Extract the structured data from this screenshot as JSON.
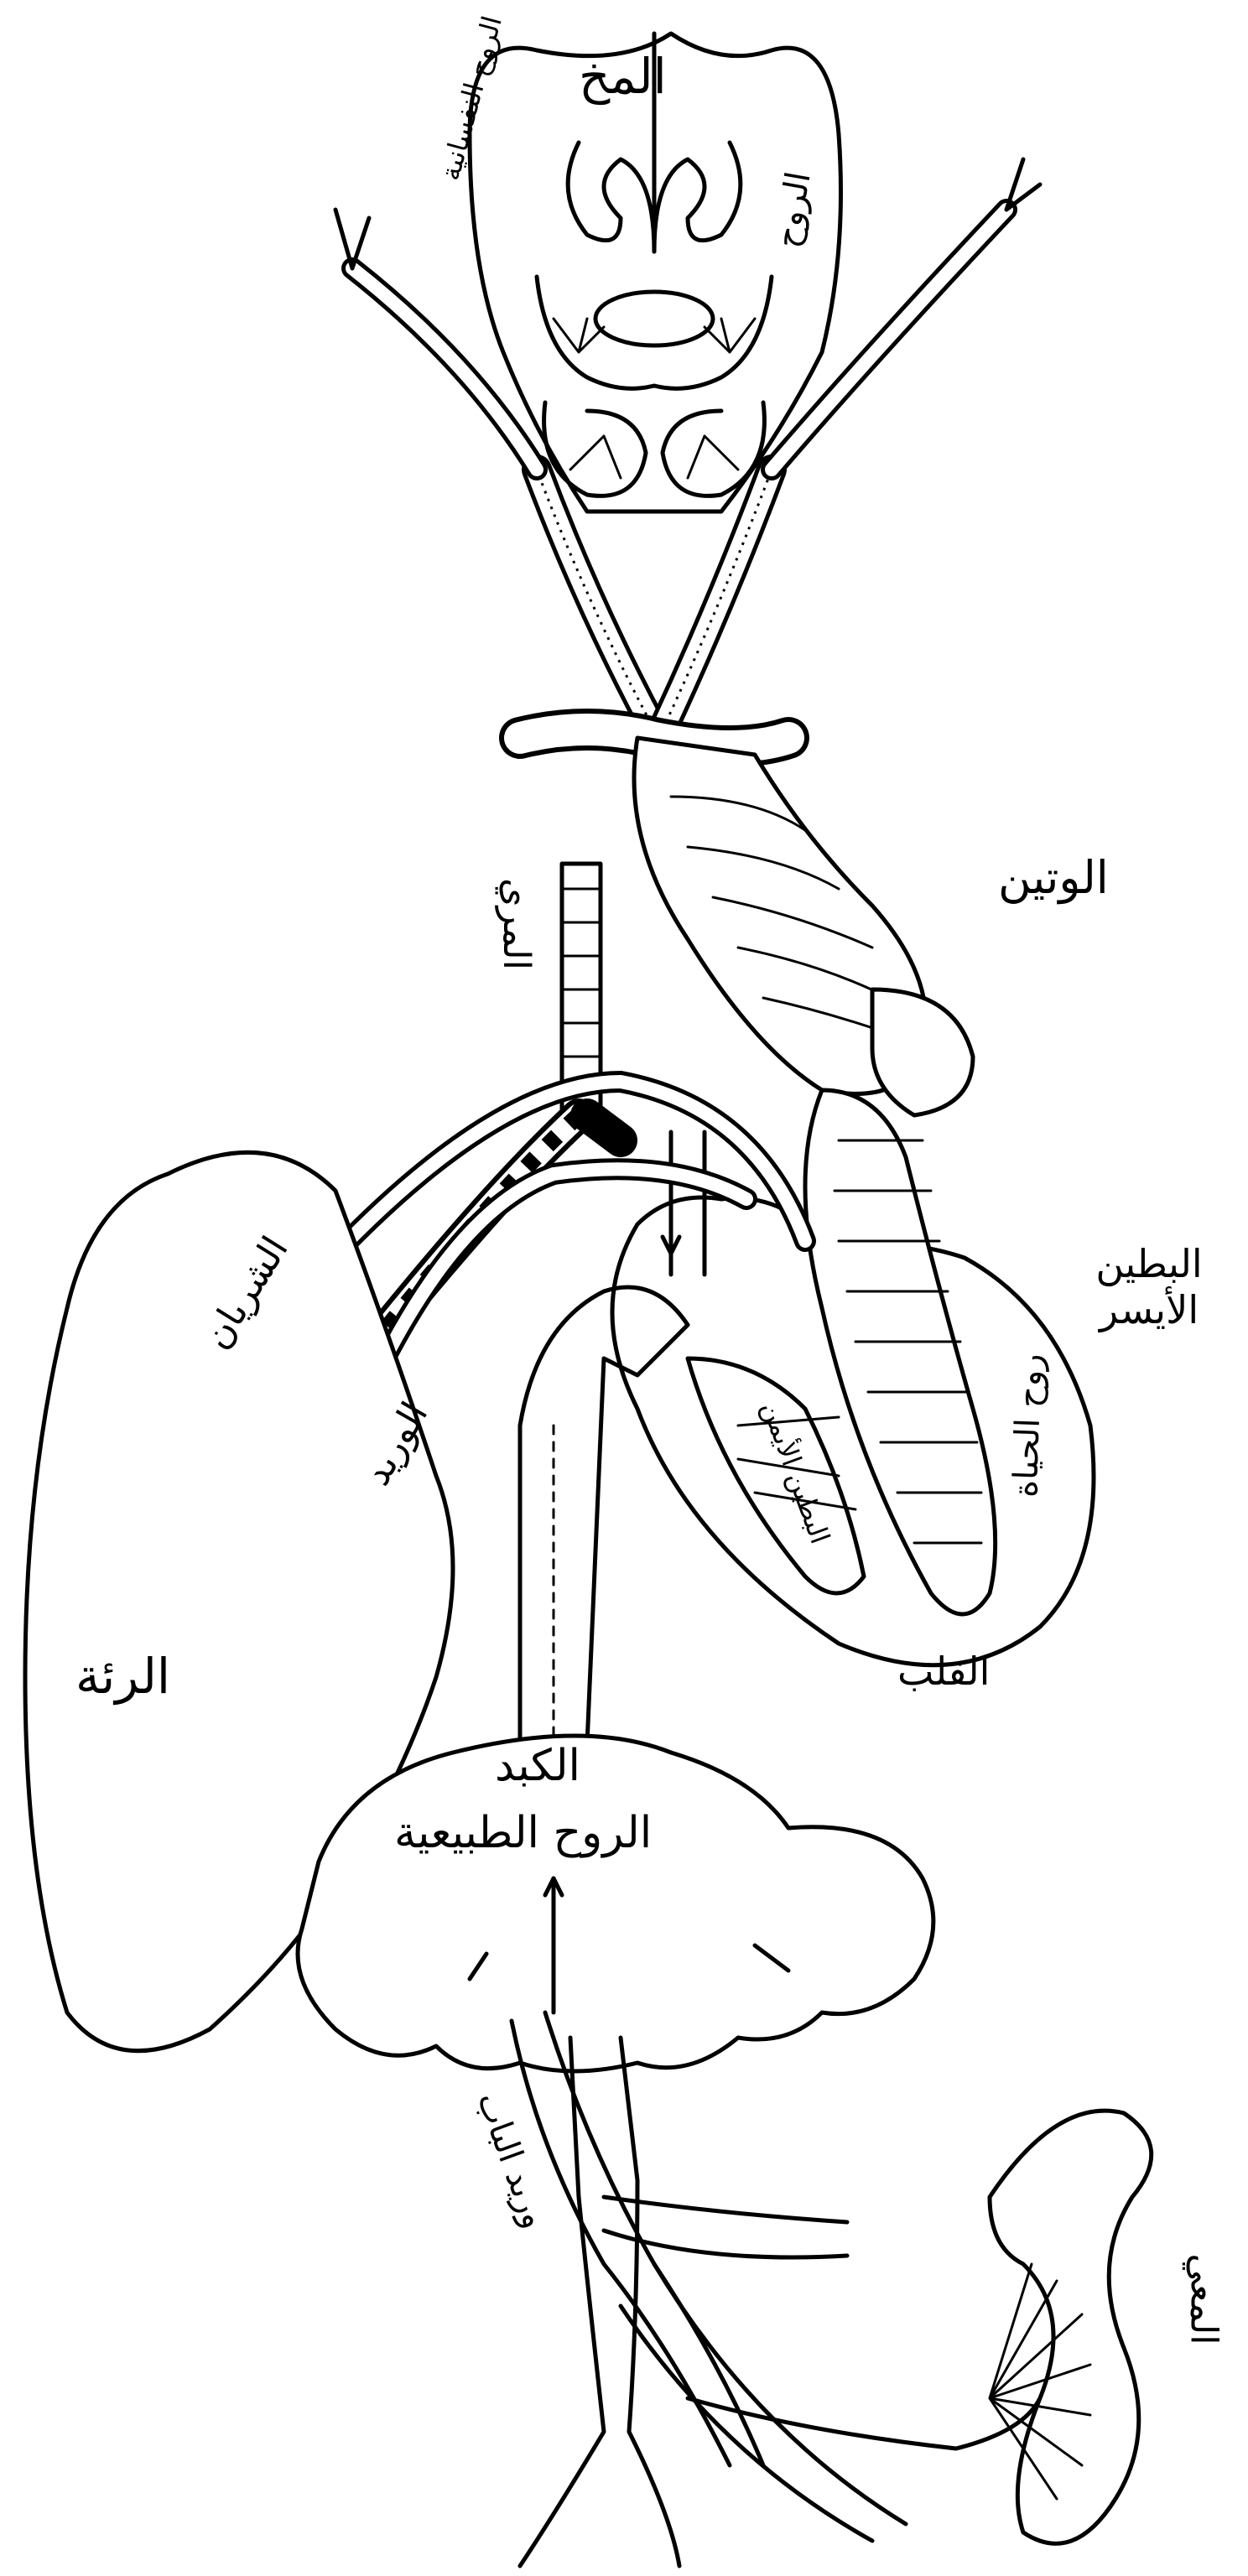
{
  "labels": {
    "brain": "المخ",
    "spirit_left": "الروح النفسانية",
    "spirit_right": "الروح",
    "aorta": "الوتين",
    "trachea": "المري",
    "artery": "الشريان",
    "vein": "الوريد",
    "left_ventricle": "البطين الأيسر",
    "vital_spirit": "روح الحياة",
    "right_ventricle": "البطين الأيمن",
    "heart": "القلب",
    "lung": "الرئة",
    "liver": "الكبد",
    "natural_spirit": "الروح الطبيعية",
    "portal_vein": "وريد الباب",
    "intestine": "المعي"
  },
  "colors": {
    "ink": "#000000",
    "paper": "#ffffff"
  }
}
